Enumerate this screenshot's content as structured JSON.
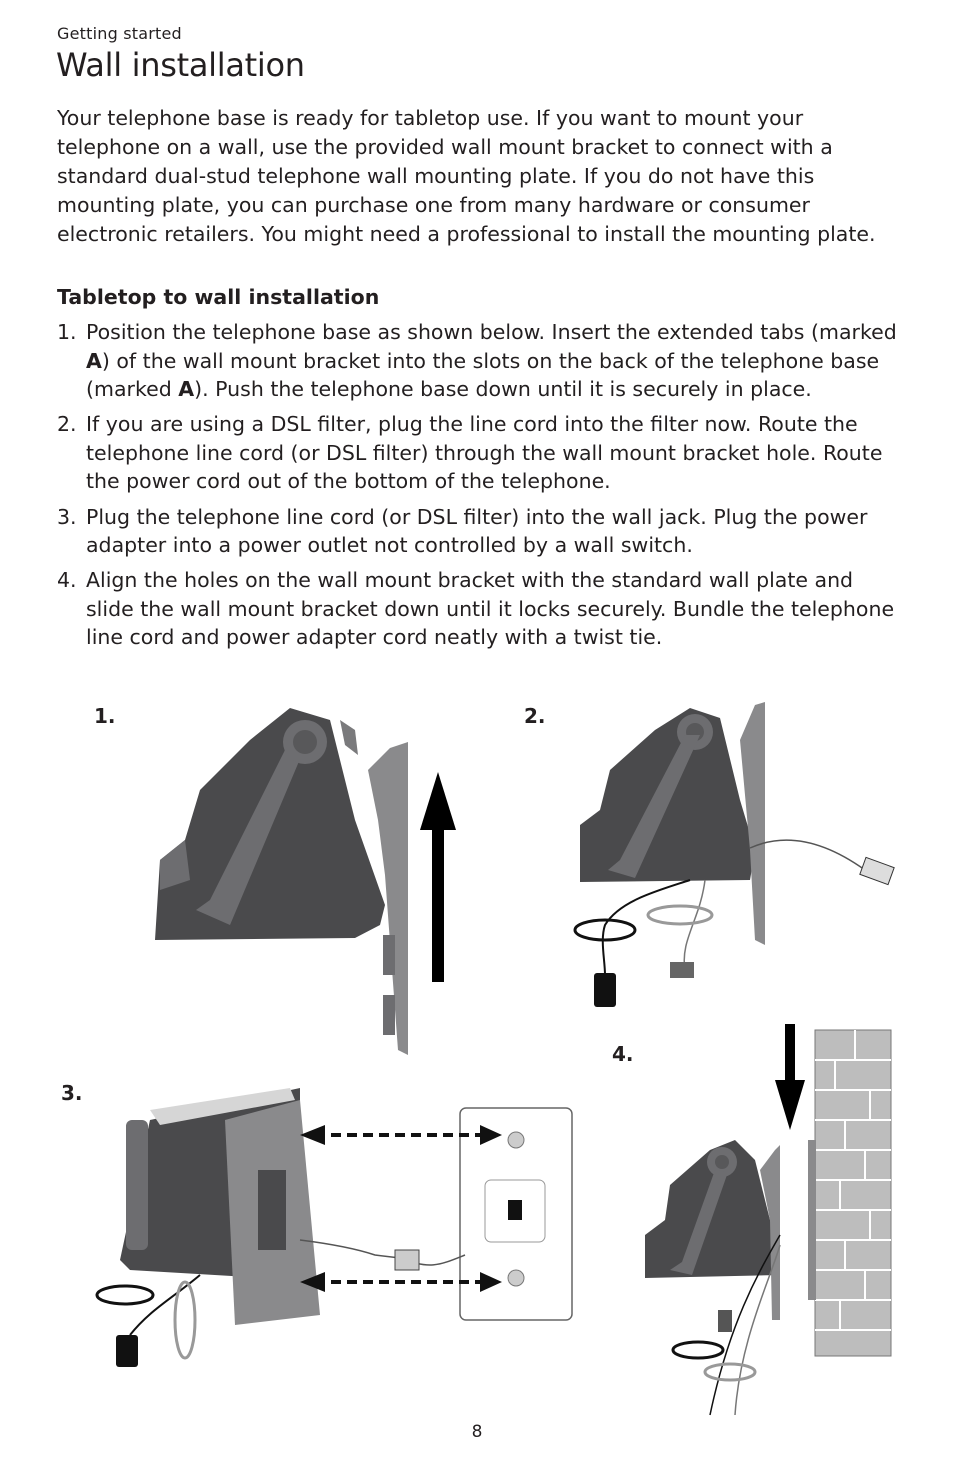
{
  "header": {
    "section": "Getting started",
    "title": "Wall installation"
  },
  "intro": "Your telephone base is ready for tabletop use. If you want to mount your telephone on a wall, use the provided wall mount bracket to connect with a standard dual-stud telephone wall mounting plate. If you do not have this mounting plate, you can purchase one from many hardware or consumer electronic retailers. You might need a professional to install the mounting plate.",
  "subheading": "Tabletop to wall installation",
  "steps": [
    {
      "num": "1.",
      "parts": [
        "Position the telephone base as shown below. Insert the extended tabs (marked ",
        "A",
        ") of the wall mount bracket into the slots on the back of the telephone base (marked ",
        "A",
        "). Push the telephone base down until it is securely in place."
      ]
    },
    {
      "num": "2.",
      "text": "If you are using a DSL filter, plug the line cord into the filter now. Route the telephone line cord (or DSL filter) through the wall mount bracket hole. Route the power cord out of the bottom of the telephone."
    },
    {
      "num": "3.",
      "text": "Plug the telephone line cord (or DSL filter) into the wall jack. Plug the power adapter into a power outlet not controlled by a wall switch."
    },
    {
      "num": "4.",
      "text": "Align the holes on the wall mount bracket with the standard wall plate and slide the wall mount bracket down until it locks securely. Bundle the telephone line cord and power adapter cord neatly with a twist tie."
    }
  ],
  "figures": [
    {
      "label": "1."
    },
    {
      "label": "2."
    },
    {
      "label": "3."
    },
    {
      "label": "4."
    }
  ],
  "page_number": "8",
  "colors": {
    "text": "#231f20",
    "phone_dark": "#4a4a4c",
    "phone_mid": "#6d6d70",
    "bracket": "#8a8a8c",
    "brick": "#bdbdbd",
    "arrow": "#000000"
  }
}
